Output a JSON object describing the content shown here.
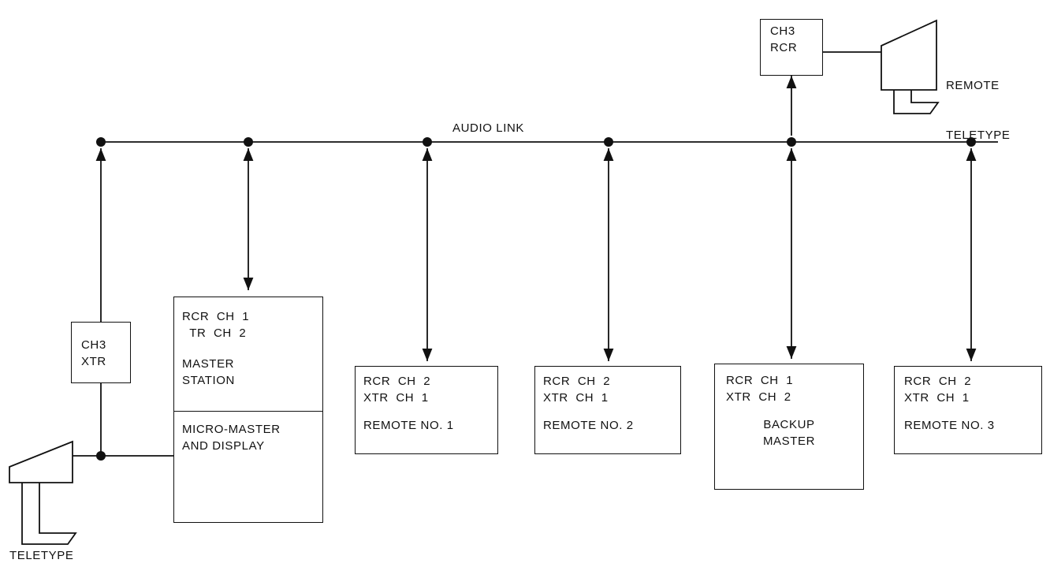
{
  "link_label": "AUDIO LINK",
  "teletype_label": "TELETYPE",
  "remote_teletype": {
    "line1": "REMOTE",
    "line2": "TELETYPE"
  },
  "ch3_xtr": {
    "line1": "CH3",
    "line2": "XTR"
  },
  "ch3_rcr": {
    "line1": "CH3",
    "line2": "RCR"
  },
  "master_station": {
    "line1": "RCR  CH  1",
    "line2": "  TR  CH  2",
    "name1": "MASTER",
    "name2": "STATION",
    "micro1": "MICRO-MASTER",
    "micro2": "AND DISPLAY"
  },
  "remotes": [
    {
      "line1": "RCR  CH  2",
      "line2": "XTR  CH  1",
      "name": "REMOTE NO. 1"
    },
    {
      "line1": "RCR  CH  2",
      "line2": "XTR  CH  1",
      "name": "REMOTE NO. 2"
    },
    {
      "line1": "RCR  CH  1",
      "line2": "XTR  CH  2",
      "name": "BACKUP",
      "name2": "MASTER"
    },
    {
      "line1": "RCR  CH  2",
      "line2": "XTR  CH  1",
      "name": "REMOTE NO. 3"
    }
  ]
}
